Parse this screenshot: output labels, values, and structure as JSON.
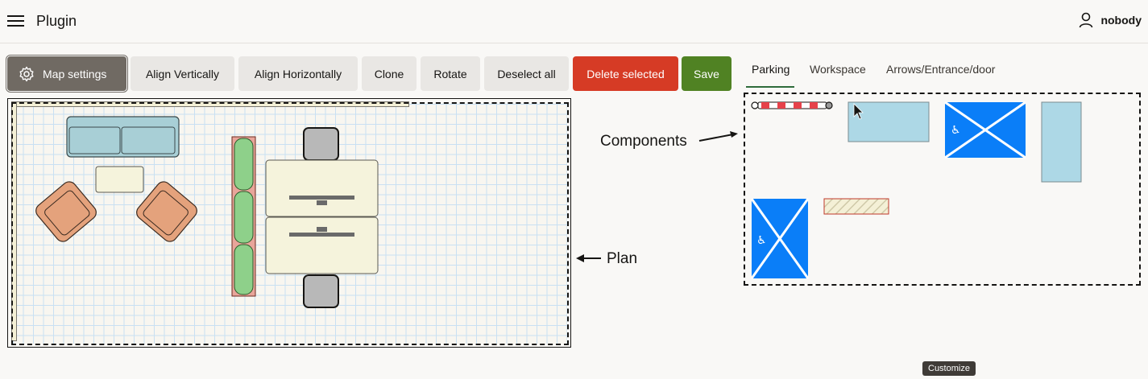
{
  "header": {
    "title": "Plugin",
    "menu_icon": "hamburger-icon",
    "user_icon": "person-icon",
    "username": "nobody"
  },
  "toolbar": {
    "map_settings": "Map settings",
    "align_vertically": "Align Vertically",
    "align_horizontally": "Align Horizontally",
    "clone": "Clone",
    "rotate": "Rotate",
    "deselect_all": "Deselect all",
    "delete_selected": "Delete selected",
    "save": "Save"
  },
  "tabs": {
    "items": [
      "Parking",
      "Workspace",
      "Arrows/Entrance/door"
    ],
    "active": "Parking"
  },
  "annotations": {
    "components": "Components",
    "plan": "Plan"
  },
  "tooltip": "Customize",
  "colors": {
    "delete": "#d63b25",
    "save": "#508223",
    "map_settings": "#706a63",
    "parking_blue": "#0a7ef8",
    "parking_light": "#add8e6",
    "barrier_red": "#e6424a"
  }
}
